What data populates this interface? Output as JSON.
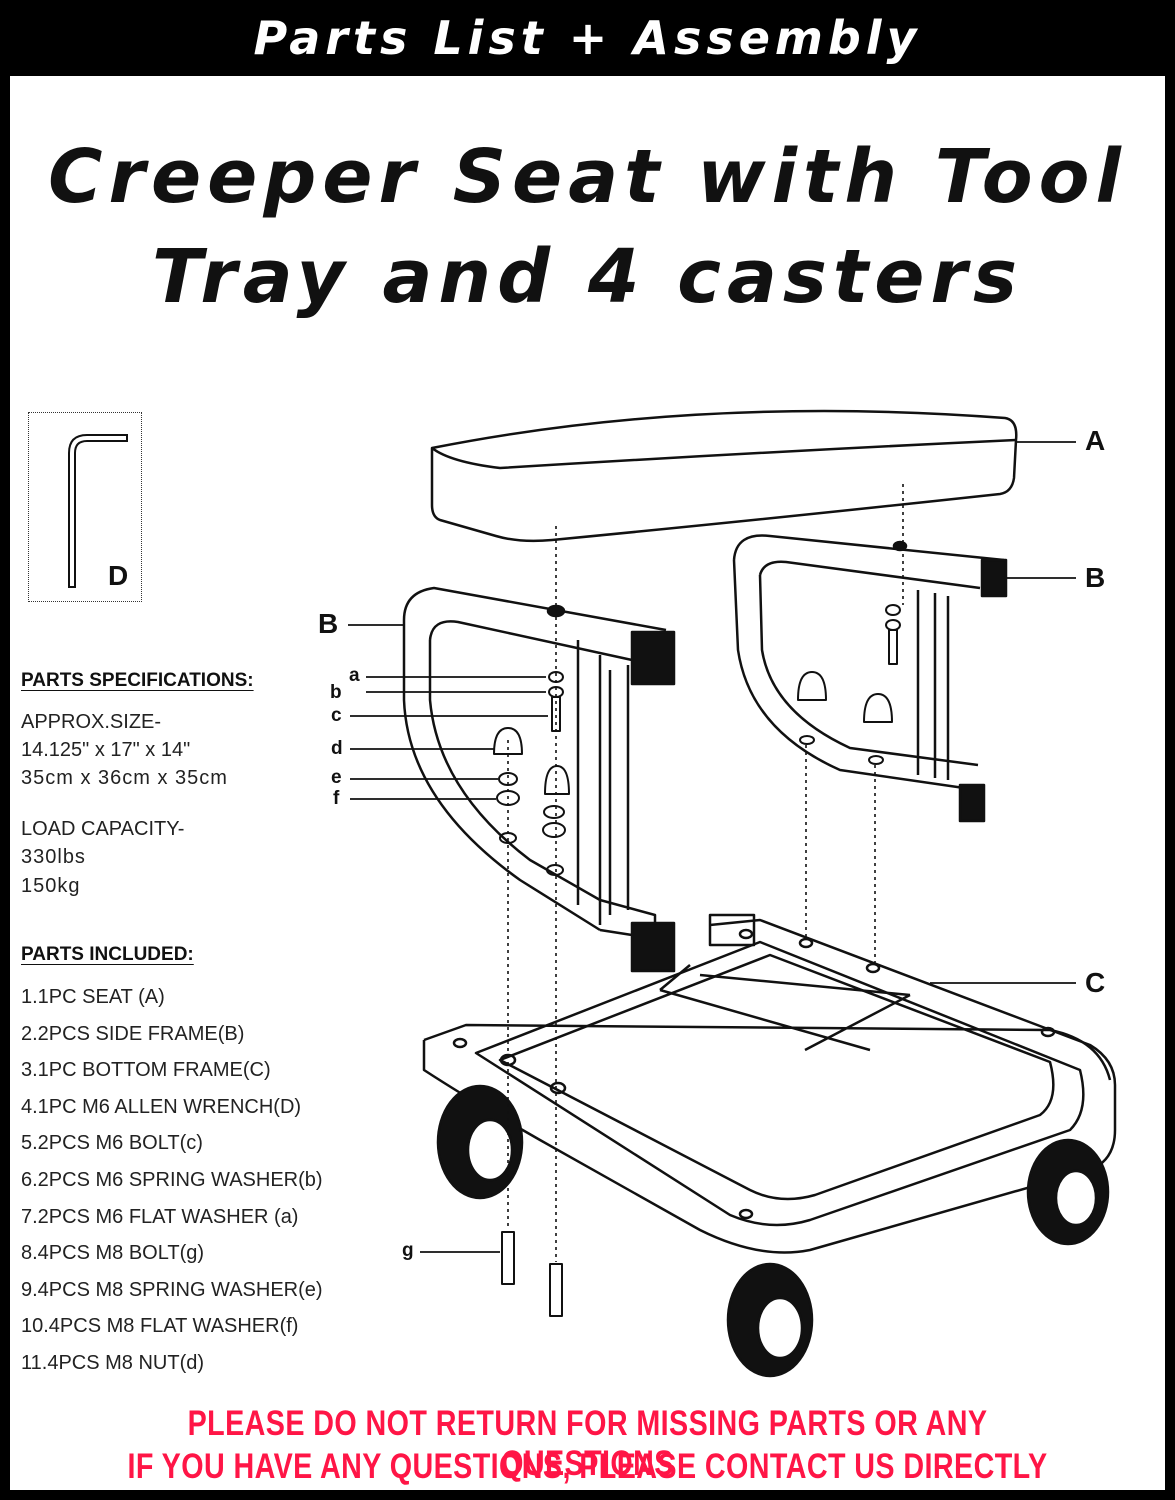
{
  "banner": "Parts List + Assembly",
  "title_line1": "Creeper Seat with Tool",
  "title_line2": "Tray and 4 casters",
  "callouts": {
    "A": "A",
    "B1": "B",
    "B2": "B",
    "C": "C",
    "D": "D",
    "a": "a",
    "b": "b",
    "c": "c",
    "d": "d",
    "e": "e",
    "f": "f",
    "g": "g"
  },
  "specs": {
    "heading": "PARTS SPECIFICATIONS:",
    "size_label": "APPROX.SIZE-",
    "size_in": "14.125\" x 17\" x 14\"",
    "size_cm": "35cm x 36cm x 35cm",
    "load_label": "LOAD CAPACITY-",
    "load_lbs": "330lbs",
    "load_kg": "150kg"
  },
  "parts_heading": "PARTS INCLUDED:",
  "parts": [
    "1.1PC SEAT (A)",
    "2.2PCS SIDE FRAME(B)",
    "3.1PC BOTTOM FRAME(C)",
    "4.1PC M6 ALLEN WRENCH(D)",
    "5.2PCS M6 BOLT(c)",
    "6.2PCS M6 SPRING WASHER(b)",
    "7.2PCS M6 FLAT WASHER (a)",
    "8.4PCS M8 BOLT(g)",
    "9.4PCS M8 SPRING WASHER(e)",
    "10.4PCS M8 FLAT WASHER(f)",
    "11.4PCS M8 NUT(d)"
  ],
  "warning_line1": "PLEASE DO NOT RETURN FOR MISSING PARTS OR ANY QUESTIONS",
  "warning_line2": "IF YOU HAVE ANY QUESTIONS, PLEASE CONTACT US DIRECTLY",
  "colors": {
    "warning": "#ff1546",
    "ink": "#111111",
    "banner_bg": "#000000"
  }
}
